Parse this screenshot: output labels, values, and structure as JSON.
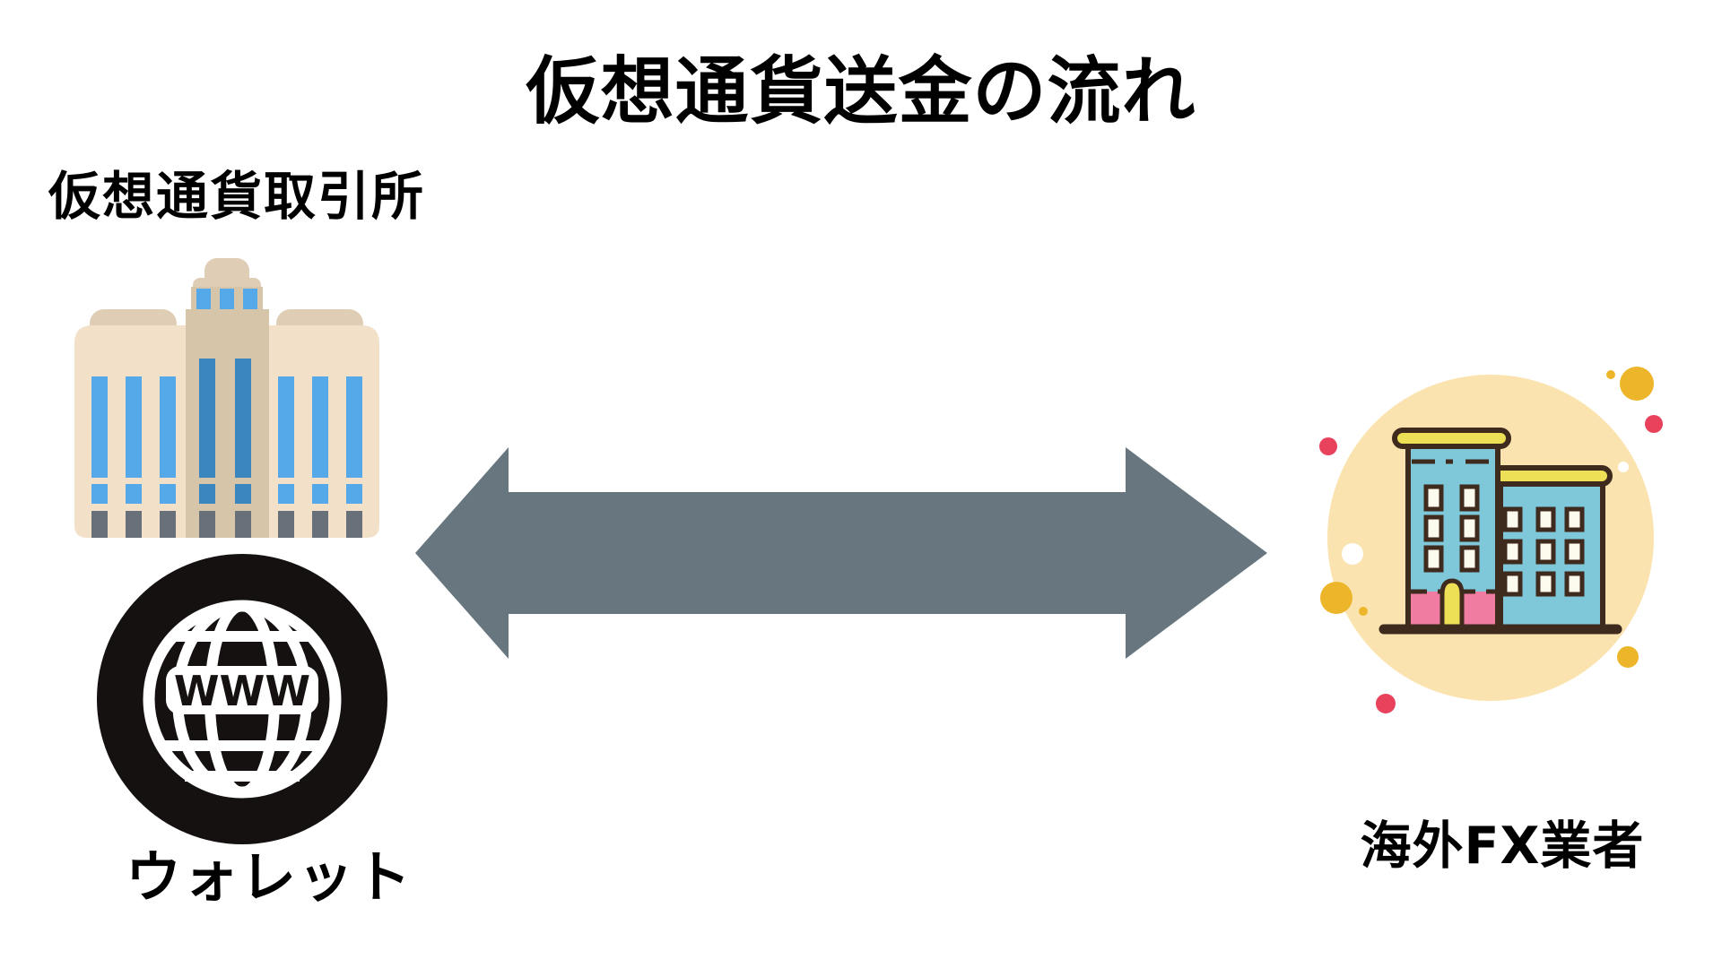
{
  "title": "仮想通貨送金の流れ",
  "exchange": {
    "label": "仮想通貨取引所"
  },
  "wallet": {
    "label": "ウォレット",
    "globe_text": "WWW"
  },
  "broker": {
    "label": "海外FX業者"
  },
  "icons": {
    "exchange": "bank-building-icon",
    "wallet": "www-globe-icon",
    "broker": "office-buildings-icon",
    "flow": "double-headed-arrow-icon"
  },
  "colors": {
    "arrow": "#67767F",
    "building_beige": "#F3E0C8",
    "building_tan": "#DFCEB5",
    "building_tower": "#D7C5AA",
    "window_light_blue": "#55A9E9",
    "window_dark_blue": "#3C86BF",
    "door_gray": "#68717A",
    "globe_black": "#151110",
    "circle_cream": "#FAE3AE",
    "broker_teal": "#7EC8D9",
    "broker_outline": "#3F2A1E",
    "roof_yellow": "#EDE056",
    "base_pink": "#F17CA1",
    "window_cream": "#FDFAEE",
    "confetti_yellow": "#EDB62A",
    "confetti_red": "#E8425C",
    "confetti_white": "#FFFFFF",
    "text": "#000000"
  }
}
